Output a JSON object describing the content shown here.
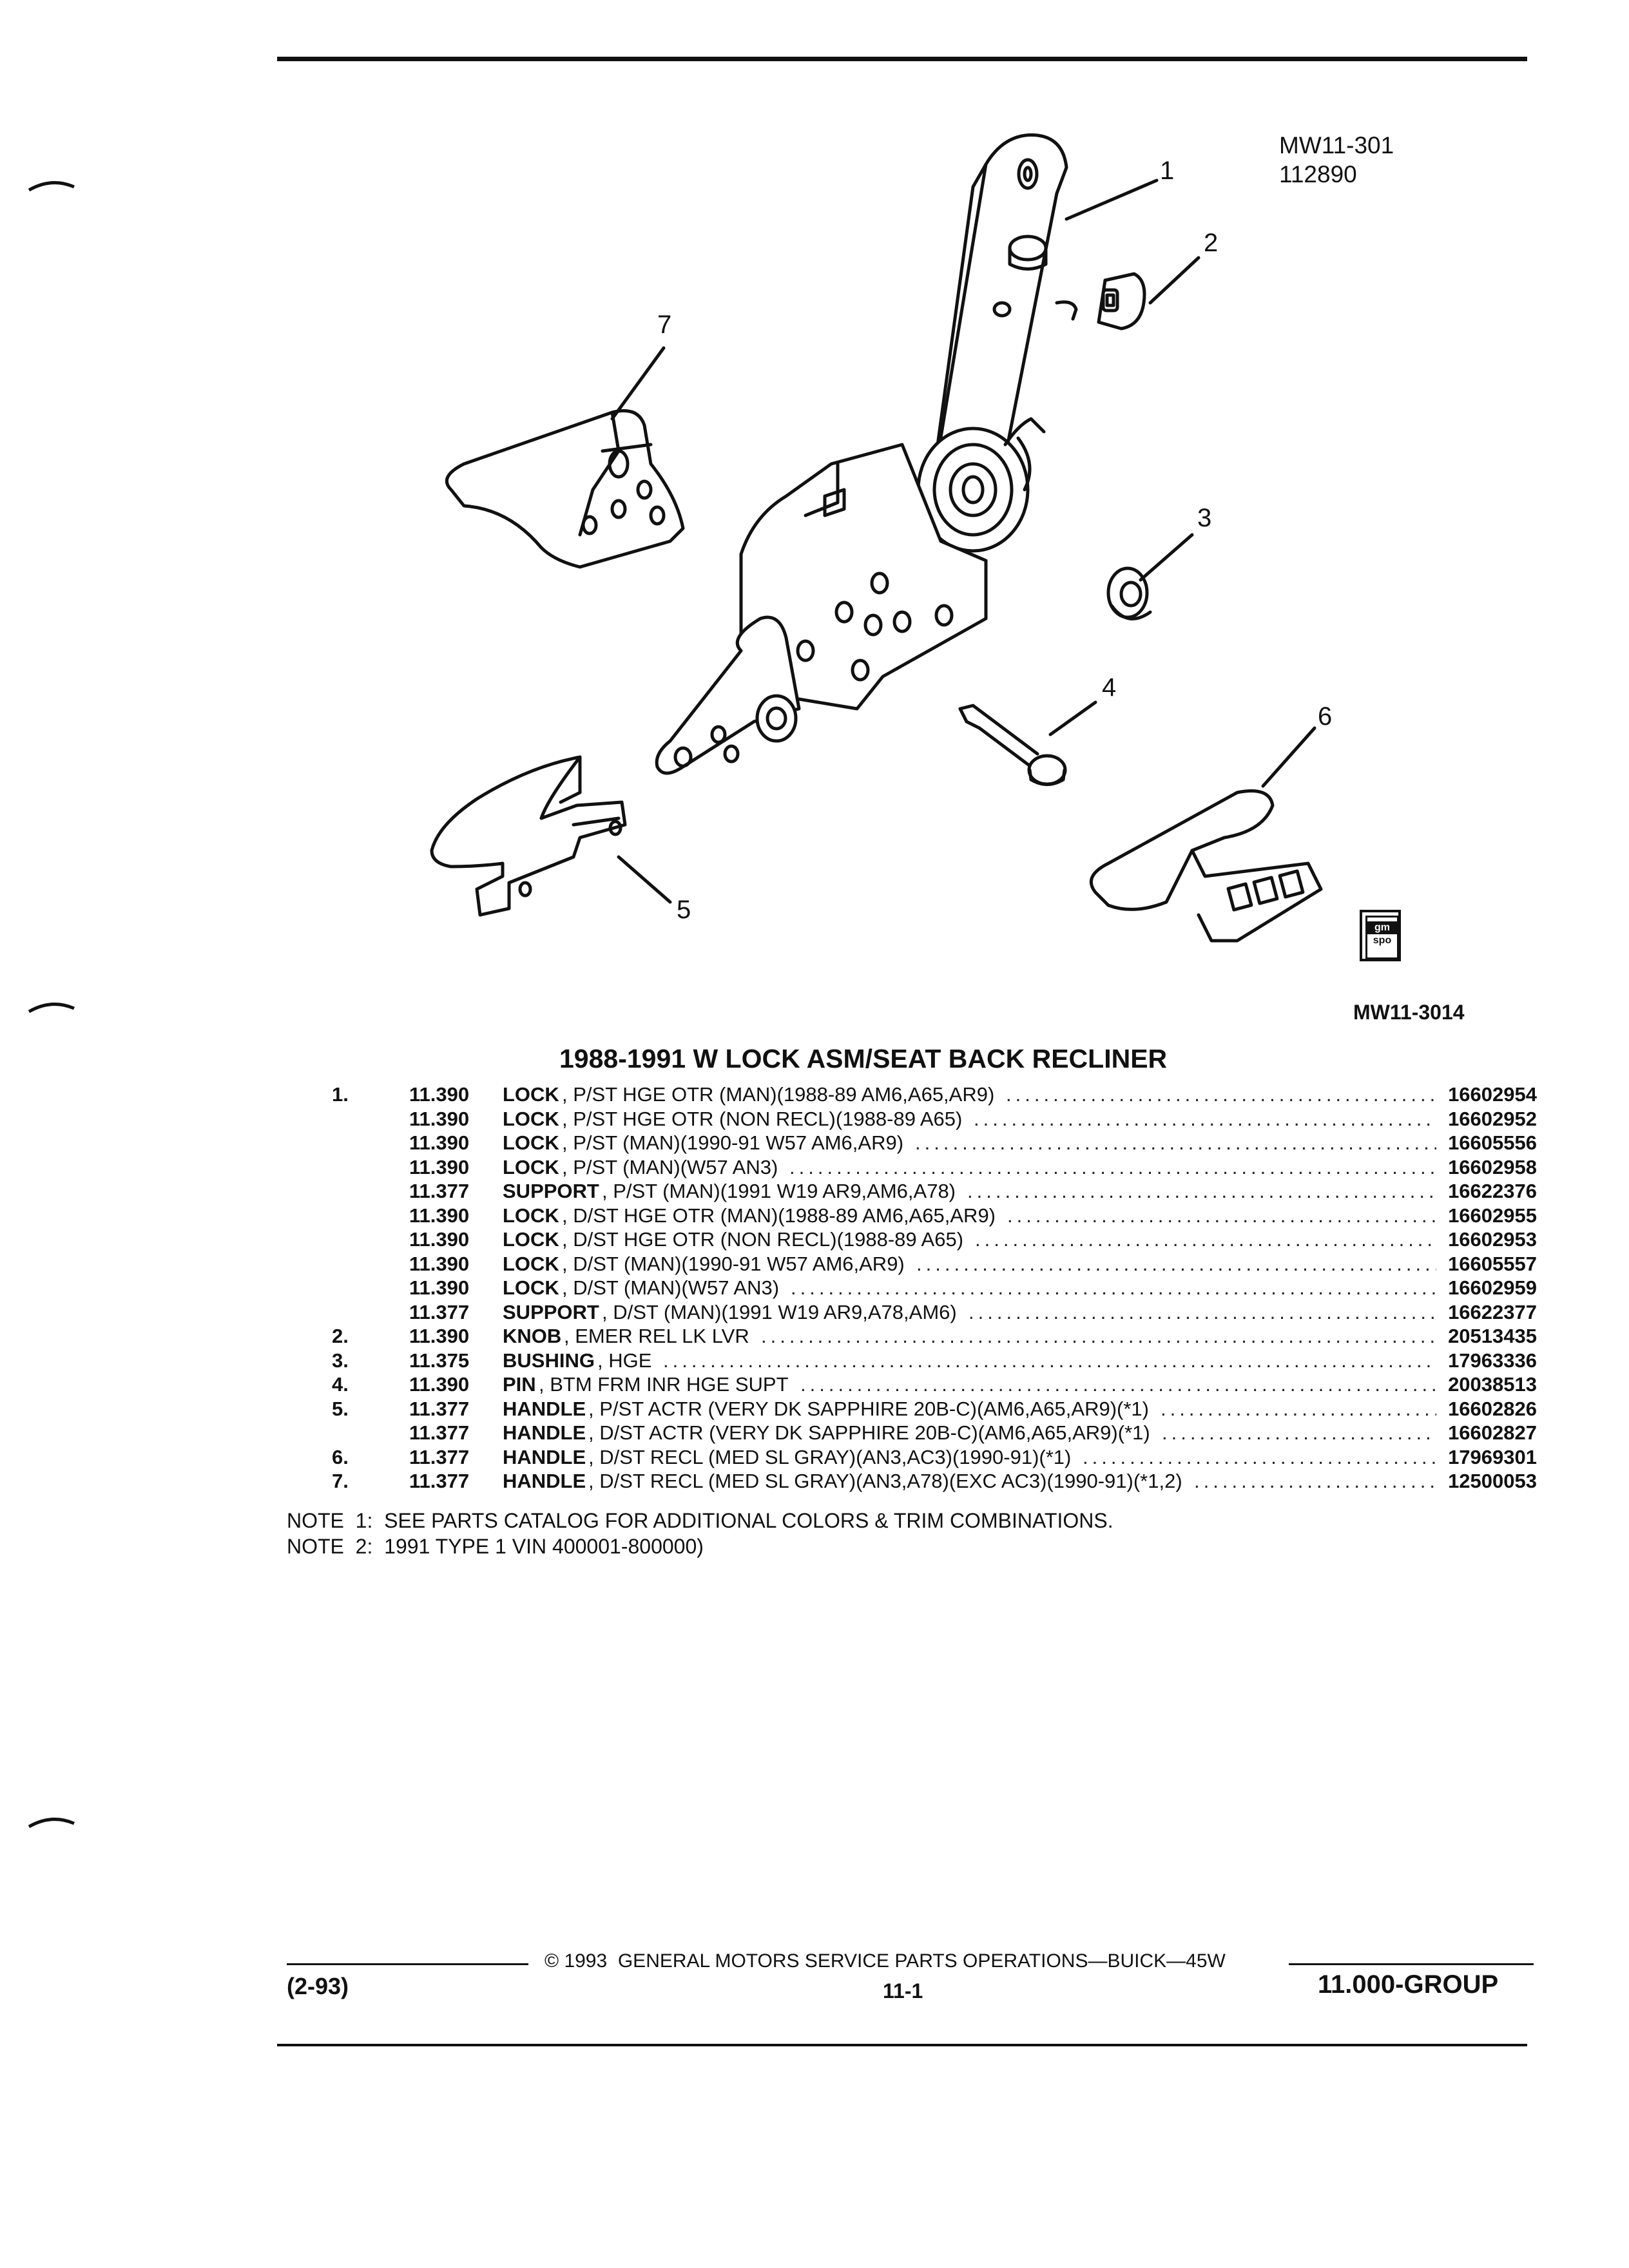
{
  "diagram": {
    "ref_codes": [
      "MW11-301",
      "112890"
    ],
    "callouts": [
      "1",
      "2",
      "3",
      "4",
      "5",
      "6",
      "7"
    ],
    "illustration_code": "MW11-3014",
    "logo_text": [
      "gm",
      "spo"
    ]
  },
  "section_title": "1988-1991 W LOCK ASM/SEAT BACK RECLINER",
  "parts": [
    {
      "idx": "1.",
      "grp": "11.390",
      "name": "LOCK",
      "desc": ", P/ST HGE OTR (MAN)(1988-89 AM6,A65,AR9)",
      "pn": "16602954"
    },
    {
      "idx": "",
      "grp": "11.390",
      "name": "LOCK",
      "desc": ", P/ST HGE OTR (NON RECL)(1988-89 A65)",
      "pn": "16602952"
    },
    {
      "idx": "",
      "grp": "11.390",
      "name": "LOCK",
      "desc": ", P/ST (MAN)(1990-91 W57 AM6,AR9)",
      "pn": "16605556"
    },
    {
      "idx": "",
      "grp": "11.390",
      "name": "LOCK",
      "desc": ", P/ST (MAN)(W57 AN3)",
      "pn": "16602958"
    },
    {
      "idx": "",
      "grp": "11.377",
      "name": "SUPPORT",
      "desc": ", P/ST (MAN)(1991 W19 AR9,AM6,A78)",
      "pn": "16622376"
    },
    {
      "idx": "",
      "grp": "11.390",
      "name": "LOCK",
      "desc": ", D/ST HGE OTR (MAN)(1988-89 AM6,A65,AR9)",
      "pn": "16602955"
    },
    {
      "idx": "",
      "grp": "11.390",
      "name": "LOCK",
      "desc": ", D/ST HGE OTR (NON RECL)(1988-89 A65)",
      "pn": "16602953"
    },
    {
      "idx": "",
      "grp": "11.390",
      "name": "LOCK",
      "desc": ", D/ST (MAN)(1990-91 W57 AM6,AR9)",
      "pn": "16605557"
    },
    {
      "idx": "",
      "grp": "11.390",
      "name": "LOCK",
      "desc": ", D/ST (MAN)(W57 AN3)",
      "pn": "16602959"
    },
    {
      "idx": "",
      "grp": "11.377",
      "name": "SUPPORT",
      "desc": ", D/ST (MAN)(1991 W19 AR9,A78,AM6)",
      "pn": "16622377"
    },
    {
      "idx": "2.",
      "grp": "11.390",
      "name": "KNOB",
      "desc": ", EMER REL LK LVR",
      "pn": "20513435"
    },
    {
      "idx": "3.",
      "grp": "11.375",
      "name": "BUSHING",
      "desc": ", HGE",
      "pn": "17963336"
    },
    {
      "idx": "4.",
      "grp": "11.390",
      "name": "PIN",
      "desc": ", BTM FRM INR HGE SUPT",
      "pn": "20038513"
    },
    {
      "idx": "5.",
      "grp": "11.377",
      "name": "HANDLE",
      "desc": ", P/ST ACTR (VERY DK SAPPHIRE 20B-C)(AM6,A65,AR9)(*1)",
      "pn": "16602826"
    },
    {
      "idx": "",
      "grp": "11.377",
      "name": "HANDLE",
      "desc": ", D/ST ACTR (VERY DK SAPPHIRE 20B-C)(AM6,A65,AR9)(*1)",
      "pn": "16602827"
    },
    {
      "idx": "6.",
      "grp": "11.377",
      "name": "HANDLE",
      "desc": ", D/ST RECL (MED SL GRAY)(AN3,AC3)(1990-91)(*1)",
      "pn": "17969301"
    },
    {
      "idx": "7.",
      "grp": "11.377",
      "name": "HANDLE",
      "desc": ", D/ST RECL (MED SL GRAY)(AN3,A78)(EXC AC3)(1990-91)(*1,2)",
      "pn": "12500053"
    }
  ],
  "notes": [
    "NOTE  1:  SEE PARTS CATALOG FOR ADDITIONAL COLORS & TRIM COMBINATIONS.",
    "NOTE  2:  1991 TYPE 1 VIN 400001-800000)"
  ],
  "footer": {
    "copyright": "© 1993  GENERAL MOTORS SERVICE PARTS OPERATIONS—BUICK—45W",
    "date_code": "(2-93)",
    "page": "11-1",
    "group": "11.000-GROUP"
  }
}
